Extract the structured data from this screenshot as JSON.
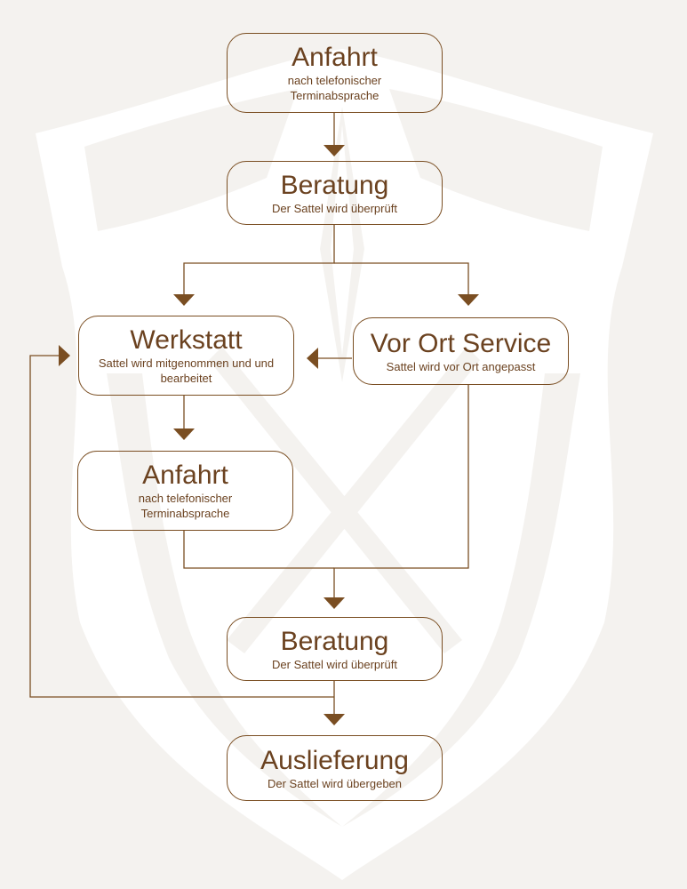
{
  "colors": {
    "background": "#f4f2ef",
    "watermark": "#ffffff",
    "line": "#7a4e22",
    "text": "#6b4220"
  },
  "nodes": {
    "anfahrt_1": {
      "title": "Anfahrt",
      "subtitle": "nach telefonischer Terminabsprache"
    },
    "beratung_1": {
      "title": "Beratung",
      "subtitle": "Der Sattel wird überprüft"
    },
    "werkstatt": {
      "title": "Werkstatt",
      "subtitle": "Sattel wird mitgenommen und und bearbeitet"
    },
    "vor_ort_service": {
      "title": "Vor Ort Service",
      "subtitle": "Sattel wird vor Ort angepasst"
    },
    "anfahrt_2": {
      "title": "Anfahrt",
      "subtitle": "nach telefonischer Terminabsprache"
    },
    "beratung_2": {
      "title": "Beratung",
      "subtitle": "Der Sattel wird überprüft"
    },
    "auslieferung": {
      "title": "Auslieferung",
      "subtitle": "Der Sattel wird übergeben"
    }
  }
}
